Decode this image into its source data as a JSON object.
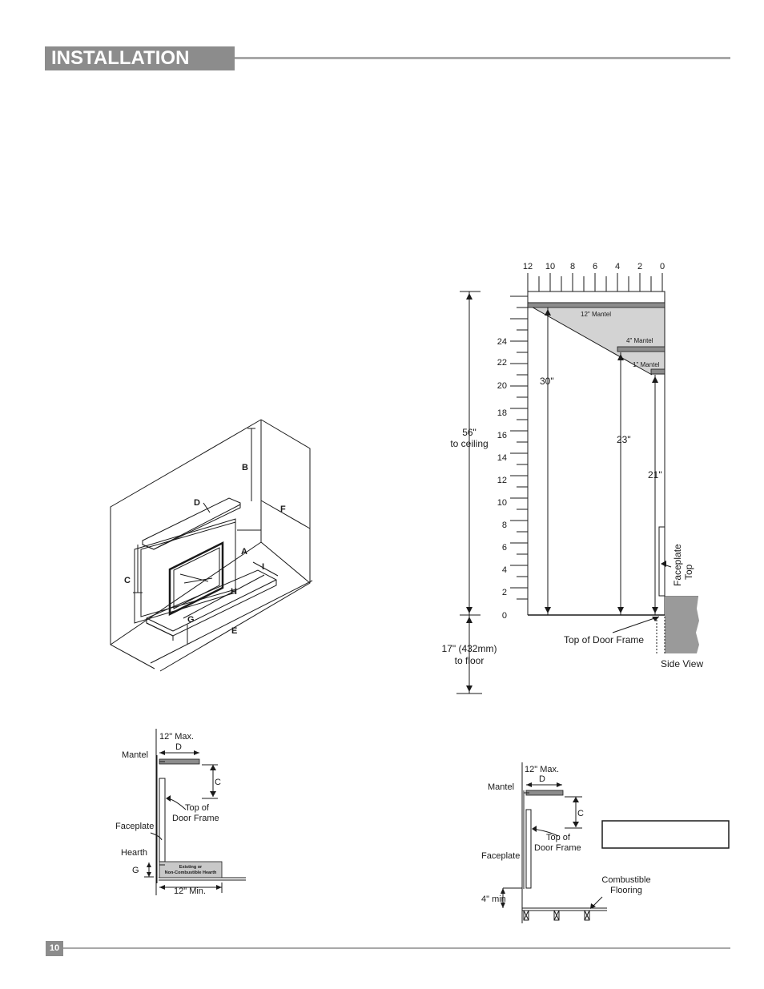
{
  "header": {
    "title": "INSTALLATION"
  },
  "footer": {
    "page_number": "10"
  },
  "iso_figure": {
    "labels": {
      "a": "A",
      "b": "B",
      "c": "C",
      "d": "D",
      "e": "E",
      "f": "F",
      "g": "G",
      "h": "H",
      "i": "I"
    }
  },
  "side_chart": {
    "top_scale": [
      "12",
      "10",
      "8",
      "6",
      "4",
      "2",
      "0"
    ],
    "left_scale": [
      "24",
      "22",
      "20",
      "18",
      "16",
      "14",
      "12",
      "10",
      "8",
      "6",
      "4",
      "2",
      "0"
    ],
    "mantels": {
      "m12": "12\" Mantel",
      "m4": "4\" Mantel",
      "m1": "1\" Mantel"
    },
    "dims": {
      "d30": "30\"",
      "d23": "23\"",
      "d21": "21\""
    },
    "ceiling": {
      "line1": "56\"",
      "line2": "to ceiling"
    },
    "floor": {
      "line1": "17\" (432mm)",
      "line2": "to floor"
    },
    "faceplate_top": {
      "line1": "Faceplate",
      "line2": "Top"
    },
    "door_frame": "Top of Door Frame",
    "side_view": "Side View"
  },
  "hearth_diagram": {
    "max": "12\" Max.",
    "d": "D",
    "mantel": "Mantel",
    "c": "C",
    "door_line1": "Top of",
    "door_line2": "Door Frame",
    "faceplate": "Faceplate",
    "hearth": "Hearth",
    "g": "G",
    "hearth_text1": "Existing or",
    "hearth_text2": "Non-Combustible Hearth",
    "min": "12\" Min."
  },
  "floor_diagram": {
    "max": "12\" Max.",
    "d": "D",
    "mantel": "Mantel",
    "c": "C",
    "door_line1": "Top of",
    "door_line2": "Door Frame",
    "faceplate": "Faceplate",
    "min4": "4\" min",
    "comb_line1": "Combustible",
    "comb_line2": "Flooring"
  }
}
